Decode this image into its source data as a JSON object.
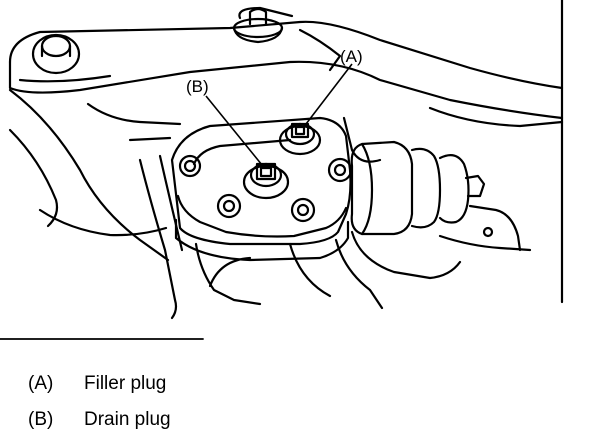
{
  "diagram": {
    "callouts": [
      {
        "letter": "(A)",
        "part": "filler-plug"
      },
      {
        "letter": "(B)",
        "part": "drain-plug"
      }
    ]
  },
  "legend": {
    "items": [
      {
        "key": "(A)",
        "label": "Filler plug"
      },
      {
        "key": "(B)",
        "label": "Drain plug"
      }
    ]
  }
}
